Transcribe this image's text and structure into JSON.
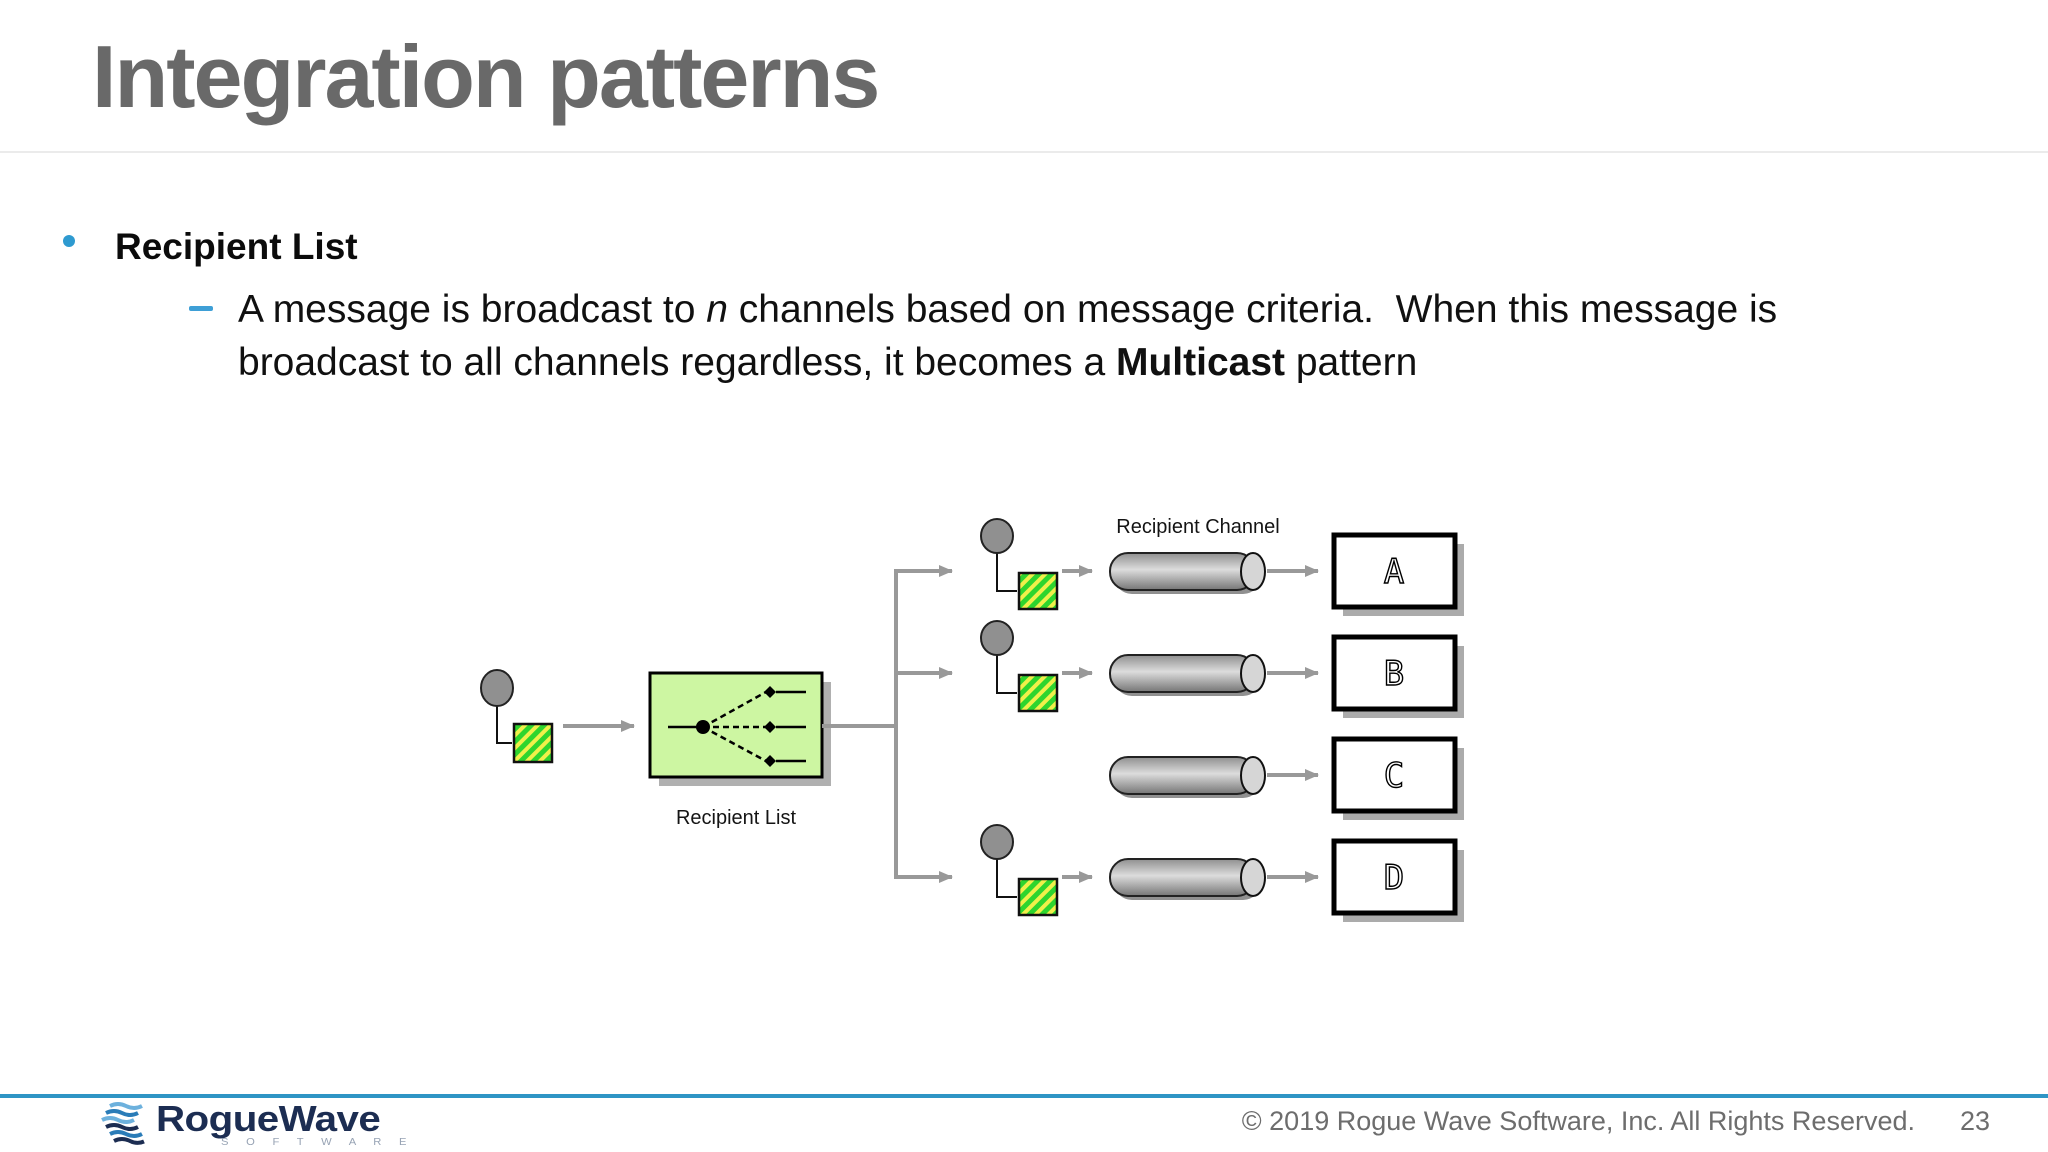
{
  "slide": {
    "title": "Integration patterns",
    "bullet": {
      "heading": "Recipient List",
      "line1a": "A message is broadcast to ",
      "line1_italic": "n",
      "line1b": " channels based on message criteria.  When this message is",
      "line2a": "broadcast to all channels regardless, it becomes a ",
      "line2_bold": "Multicast",
      "line2b": " pattern"
    }
  },
  "diagram": {
    "source_label": "Recipient List",
    "channel_label": "Recipient Channel",
    "channels": [
      "A",
      "B",
      "C",
      "D"
    ]
  },
  "footer": {
    "logo_text": "RogueWave",
    "logo_sub": "S O F T W A R E",
    "copyright": "© 2019 Rogue Wave Software, Inc. All Rights Reserved.",
    "page_number": "23"
  },
  "colors": {
    "title_gray": "#696969",
    "accent_blue_bullet": "#2e9ad0",
    "accent_blue_dash": "#3e9fd6",
    "footer_line_blue": "#2e95c5",
    "footer_text_gray": "#6d6d6d",
    "logo_navy": "#1c2d52",
    "recipient_box_green": "#cdf6a2",
    "hatch_green": "#2ed52e",
    "hatch_yellow": "#f0f04a",
    "arrow_gray": "#999999"
  }
}
